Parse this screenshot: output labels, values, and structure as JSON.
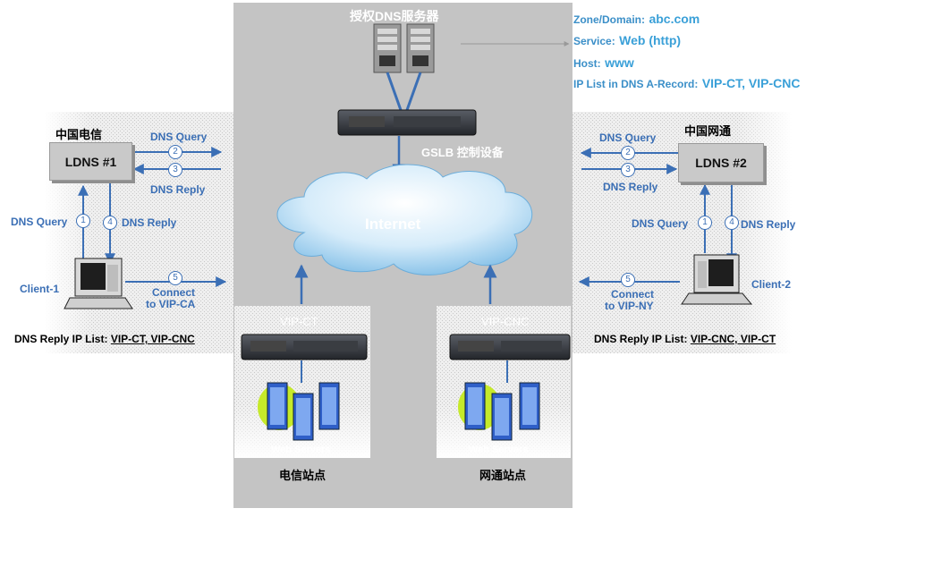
{
  "authoritative_dns_label": "授权DNS服务器",
  "gslb_label": "GSLB 控制设备",
  "internet_label": "Internet",
  "info": {
    "zone_label": "Zone/Domain:",
    "zone_value": "abc.com",
    "service_label": "Service:",
    "service_value": "Web (http)",
    "host_label": "Host:",
    "host_value": "www",
    "iplist_label": "IP List in DNS A-Record:",
    "iplist_value": "VIP-CT, VIP-CNC"
  },
  "left": {
    "isp": "中国电信",
    "ldns": "LDNS #1",
    "dns_query_top": "DNS Query",
    "dns_reply_top": "DNS Reply",
    "dns_query_side": "DNS Query",
    "dns_reply_side": "DNS Reply",
    "client": "Client-1",
    "connect": "Connect",
    "connect_target": "to VIP-CA",
    "reply_list_label": "DNS Reply IP List:",
    "reply_list_value": "VIP-CT, VIP-CNC"
  },
  "right": {
    "isp": "中国网通",
    "ldns": "LDNS #2",
    "dns_query_top": "DNS Query",
    "dns_reply_top": "DNS Reply",
    "dns_query_side": "DNS Query",
    "dns_reply_side": "DNS Reply",
    "client": "Client-2",
    "connect": "Connect",
    "connect_target": "to VIP-NY",
    "reply_list_label": "DNS Reply IP List:",
    "reply_list_value": "VIP-CNC, VIP-CT"
  },
  "steps": {
    "s1": "1",
    "s2": "2",
    "s3": "3",
    "s4": "4",
    "s5": "5"
  },
  "site_ct": {
    "vip": "VIP-CT",
    "servers": "Web Servers",
    "name": "电信站点"
  },
  "site_cnc": {
    "vip": "VIP-CNC",
    "servers": "Web Servers",
    "name": "网通站点"
  }
}
